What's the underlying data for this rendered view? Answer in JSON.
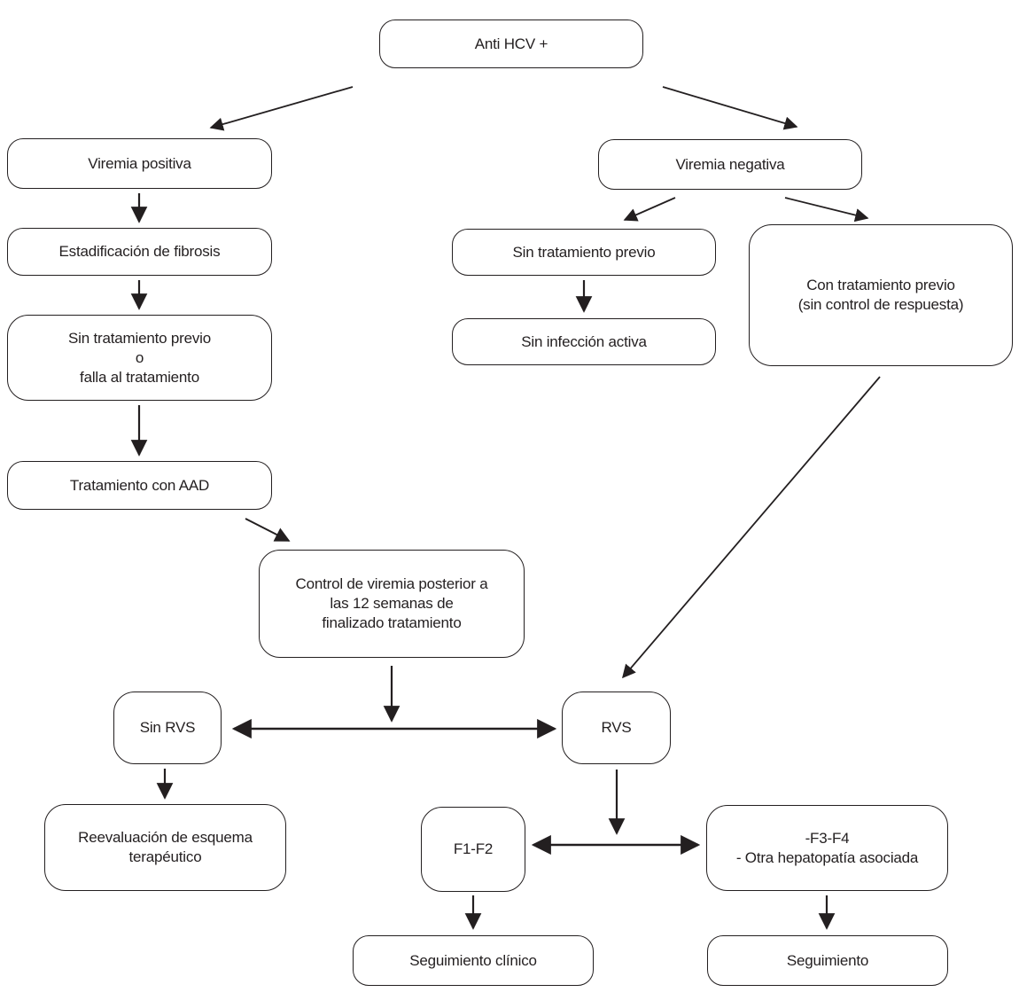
{
  "diagram": {
    "type": "flowchart",
    "language": "es",
    "colors": {
      "background": "#ffffff",
      "line": "#231f20",
      "box_border": "#231f20",
      "text": "#231f20"
    },
    "nodes": {
      "anti_hcv": {
        "label": "Anti HCV +"
      },
      "viremia_positiva": {
        "label": "Viremia positiva"
      },
      "estadificacion_fibrosis": {
        "label": "Estadificación de fibrosis"
      },
      "sin_tratamiento_o_falla": {
        "lines": [
          "Sin tratamiento previo",
          "o",
          "falla al tratamiento"
        ]
      },
      "tratamiento_aad": {
        "label": "Tratamiento con AAD"
      },
      "control_viremia": {
        "lines": [
          "Control de viremia posterior a",
          "las 12 semanas de",
          "finalizado tratamiento"
        ]
      },
      "viremia_negativa": {
        "label": "Viremia negativa"
      },
      "sin_tratamiento_previo": {
        "label": "Sin tratamiento previo"
      },
      "sin_infeccion_activa": {
        "label": "Sin infección activa"
      },
      "con_tratamiento_previo": {
        "lines": [
          "Con tratamiento previo",
          "(sin control de respuesta)"
        ]
      },
      "sin_rvs": {
        "label": "Sin RVS"
      },
      "rvs": {
        "label": "RVS"
      },
      "reevaluacion": {
        "lines": [
          "Reevaluación de esquema",
          "terapéutico"
        ]
      },
      "f1_f2": {
        "label": "F1-F2"
      },
      "f3_f4": {
        "lines": [
          "-F3-F4",
          "- Otra hepatopatía asociada"
        ]
      },
      "seguimiento_clinico": {
        "label": "Seguimiento clínico"
      },
      "seguimiento": {
        "label": "Seguimiento"
      }
    },
    "edges": [
      {
        "from": "anti_hcv",
        "to": "viremia_positiva"
      },
      {
        "from": "anti_hcv",
        "to": "viremia_negativa"
      },
      {
        "from": "viremia_positiva",
        "to": "estadificacion_fibrosis"
      },
      {
        "from": "estadificacion_fibrosis",
        "to": "sin_tratamiento_o_falla"
      },
      {
        "from": "sin_tratamiento_o_falla",
        "to": "tratamiento_aad"
      },
      {
        "from": "tratamiento_aad",
        "to": "control_viremia"
      },
      {
        "from": "control_viremia",
        "to": "sin_rvs",
        "bidirectional_bar": true
      },
      {
        "from": "control_viremia",
        "to": "rvs",
        "bidirectional_bar": true
      },
      {
        "from": "sin_rvs",
        "to": "reevaluacion"
      },
      {
        "from": "viremia_negativa",
        "to": "sin_tratamiento_previo"
      },
      {
        "from": "viremia_negativa",
        "to": "con_tratamiento_previo"
      },
      {
        "from": "sin_tratamiento_previo",
        "to": "sin_infeccion_activa"
      },
      {
        "from": "con_tratamiento_previo",
        "to": "rvs"
      },
      {
        "from": "rvs",
        "to": "f1_f2",
        "bidirectional_bar": true
      },
      {
        "from": "rvs",
        "to": "f3_f4",
        "bidirectional_bar": true
      },
      {
        "from": "f1_f2",
        "to": "seguimiento_clinico"
      },
      {
        "from": "f3_f4",
        "to": "seguimiento"
      }
    ]
  }
}
